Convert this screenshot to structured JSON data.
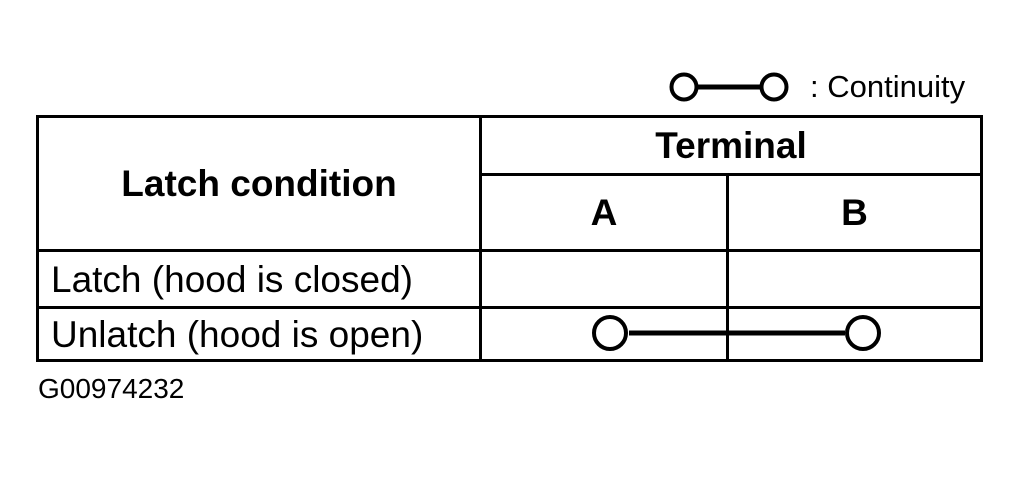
{
  "page": {
    "background_color": "#ffffff",
    "ink_color": "#000000",
    "figure_id": "G00974232"
  },
  "legend": {
    "symbol": "continuity-dumbbell",
    "label": ": Continuity"
  },
  "table": {
    "columns": {
      "condition_header": "Latch condition",
      "terminal_group_header": "Terminal",
      "terminal_columns": [
        "A",
        "B"
      ]
    },
    "rows": [
      {
        "condition": "Latch (hood is closed)",
        "continuity_between_a_and_b": false
      },
      {
        "condition": "Unlatch (hood is open)",
        "continuity_between_a_and_b": true
      }
    ]
  }
}
